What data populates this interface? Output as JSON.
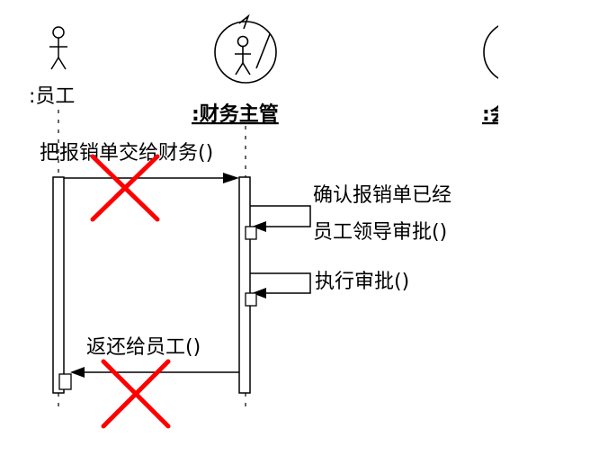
{
  "lifelines": {
    "employee": {
      "label": ":员工"
    },
    "finance_supervisor": {
      "label": ":财务主管"
    },
    "third": {
      "label": ":会"
    }
  },
  "messages": [
    {
      "id": "submit",
      "label": "把报销单交给财务()"
    },
    {
      "id": "confirm_line1",
      "label": "确认报销单已经"
    },
    {
      "id": "confirm_line2",
      "label": "员工领导审批()"
    },
    {
      "id": "execute",
      "label": "执行审批()"
    },
    {
      "id": "return",
      "label": "返还给员工()"
    }
  ],
  "colors": {
    "line": "#000000",
    "cross": "#ff0000",
    "background": "#ffffff"
  }
}
